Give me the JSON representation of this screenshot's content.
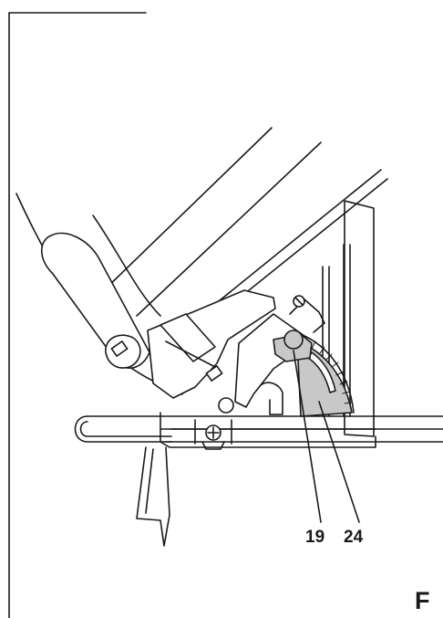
{
  "figure": {
    "letter": "F",
    "callouts": [
      {
        "id": "19",
        "label": "19"
      },
      {
        "id": "24",
        "label": "24"
      }
    ],
    "colors": {
      "line": "#1a1a1a",
      "background": "#ffffff",
      "highlight": "#c8c8c8"
    }
  }
}
